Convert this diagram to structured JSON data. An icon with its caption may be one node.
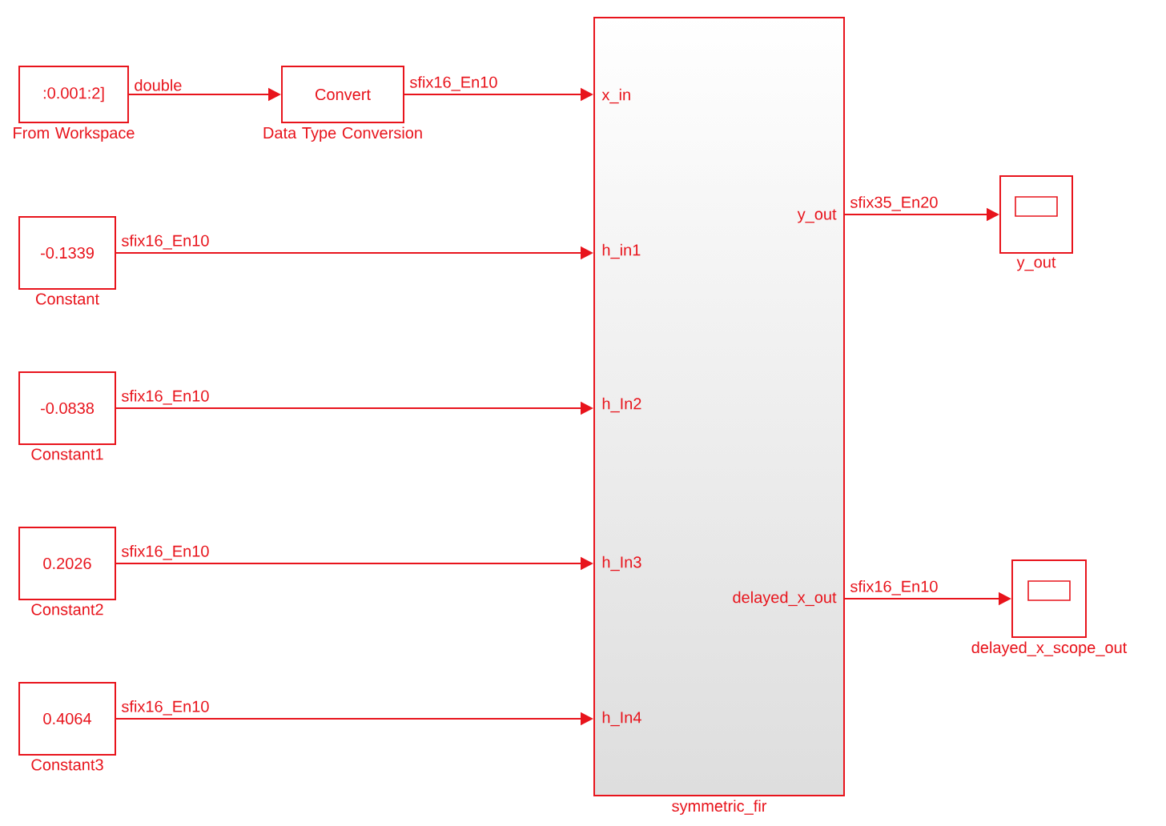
{
  "diagram": {
    "nodes": [
      {
        "text": [
          ":0.001:2]",
          "From Workspace"
        ]
      },
      {
        "text": [
          "Convert",
          "Data Type Conversion"
        ]
      },
      {
        "text": [
          "-0.1339",
          "Constant"
        ]
      },
      {
        "text": [
          "-0.0838",
          "Constant1"
        ]
      },
      {
        "text": [
          "0.2026",
          "Constant2"
        ]
      },
      {
        "text": [
          "0.4064",
          "Constant3"
        ]
      },
      {
        "text": [
          "x_in",
          "h_in1",
          "h_In2",
          "h_In3",
          "h_In4",
          "y_out",
          "delayed_x_out",
          "symmetric_fir"
        ]
      },
      {
        "text": [
          "y_out"
        ]
      },
      {
        "text": [
          "delayed_x_scope_out"
        ]
      }
    ],
    "edges": [
      {
        "from": 0,
        "to": 1,
        "arrow": "to",
        "label": "double"
      },
      {
        "from": 1,
        "to": 6,
        "arrow": "to",
        "label": "sfix16_En10"
      },
      {
        "from": 2,
        "to": 6,
        "arrow": "to",
        "label": "sfix16_En10"
      },
      {
        "from": 3,
        "to": 6,
        "arrow": "to",
        "label": "sfix16_En10"
      },
      {
        "from": 4,
        "to": 6,
        "arrow": "to",
        "label": "sfix16_En10"
      },
      {
        "from": 5,
        "to": 6,
        "arrow": "to",
        "label": "sfix16_En10"
      },
      {
        "from": 6,
        "to": 7,
        "arrow": "to",
        "label": "sfix35_En20"
      },
      {
        "from": 6,
        "to": 8,
        "arrow": "to",
        "label": "sfix16_En10"
      }
    ]
  }
}
